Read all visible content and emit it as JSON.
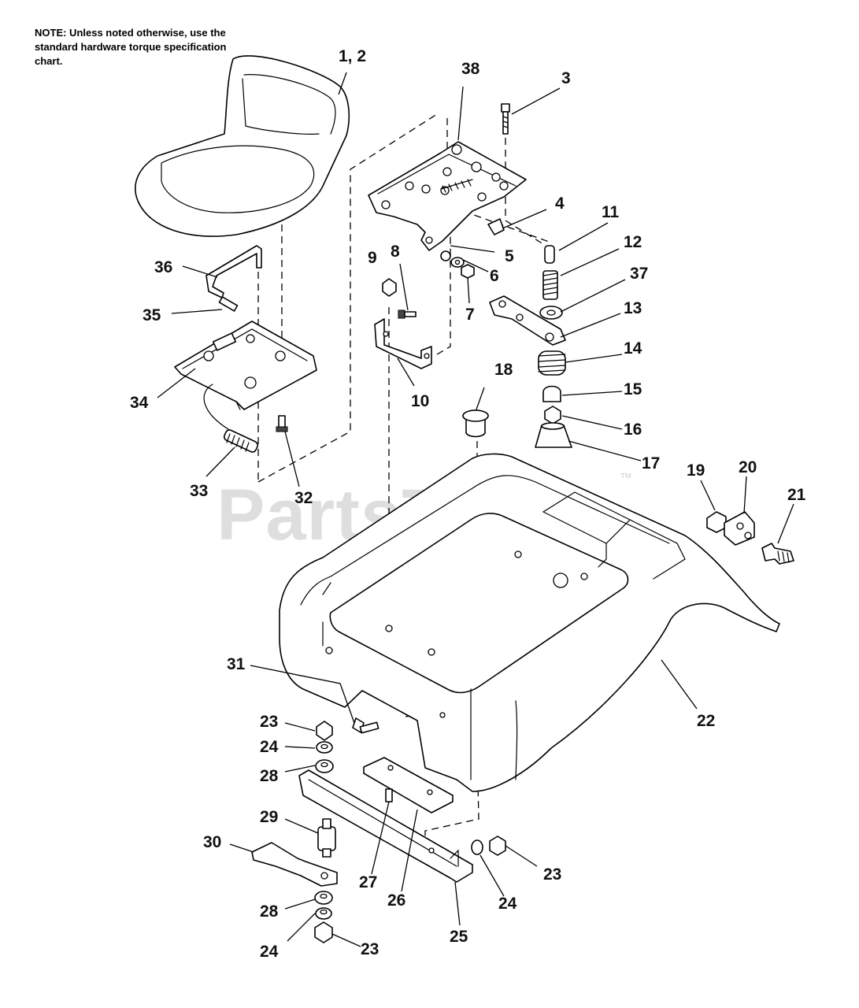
{
  "note": "NOTE: Unless noted otherwise, use the standard hardware torque specification chart.",
  "watermark": {
    "text": "PartsTree",
    "trademark": "™"
  },
  "callouts": [
    {
      "id": "label-1-2",
      "text": "1, 2"
    },
    {
      "id": "label-3",
      "text": "3"
    },
    {
      "id": "label-4",
      "text": "4"
    },
    {
      "id": "label-5",
      "text": "5"
    },
    {
      "id": "label-6",
      "text": "6"
    },
    {
      "id": "label-7",
      "text": "7"
    },
    {
      "id": "label-8",
      "text": "8"
    },
    {
      "id": "label-9",
      "text": "9"
    },
    {
      "id": "label-10",
      "text": "10"
    },
    {
      "id": "label-11",
      "text": "11"
    },
    {
      "id": "label-12",
      "text": "12"
    },
    {
      "id": "label-13",
      "text": "13"
    },
    {
      "id": "label-14",
      "text": "14"
    },
    {
      "id": "label-15",
      "text": "15"
    },
    {
      "id": "label-16",
      "text": "16"
    },
    {
      "id": "label-17",
      "text": "17"
    },
    {
      "id": "label-18",
      "text": "18"
    },
    {
      "id": "label-19",
      "text": "19"
    },
    {
      "id": "label-20",
      "text": "20"
    },
    {
      "id": "label-21",
      "text": "21"
    },
    {
      "id": "label-22",
      "text": "22"
    },
    {
      "id": "label-23-a",
      "text": "23"
    },
    {
      "id": "label-23-b",
      "text": "23"
    },
    {
      "id": "label-23-c",
      "text": "23"
    },
    {
      "id": "label-24-a",
      "text": "24"
    },
    {
      "id": "label-24-b",
      "text": "24"
    },
    {
      "id": "label-24-c",
      "text": "24"
    },
    {
      "id": "label-25",
      "text": "25"
    },
    {
      "id": "label-26",
      "text": "26"
    },
    {
      "id": "label-27",
      "text": "27"
    },
    {
      "id": "label-28-a",
      "text": "28"
    },
    {
      "id": "label-28-b",
      "text": "28"
    },
    {
      "id": "label-29",
      "text": "29"
    },
    {
      "id": "label-30",
      "text": "30"
    },
    {
      "id": "label-31",
      "text": "31"
    },
    {
      "id": "label-32",
      "text": "32"
    },
    {
      "id": "label-33",
      "text": "33"
    },
    {
      "id": "label-34",
      "text": "34"
    },
    {
      "id": "label-35",
      "text": "35"
    },
    {
      "id": "label-36",
      "text": "36"
    },
    {
      "id": "label-37",
      "text": "37"
    },
    {
      "id": "label-38",
      "text": "38"
    }
  ]
}
